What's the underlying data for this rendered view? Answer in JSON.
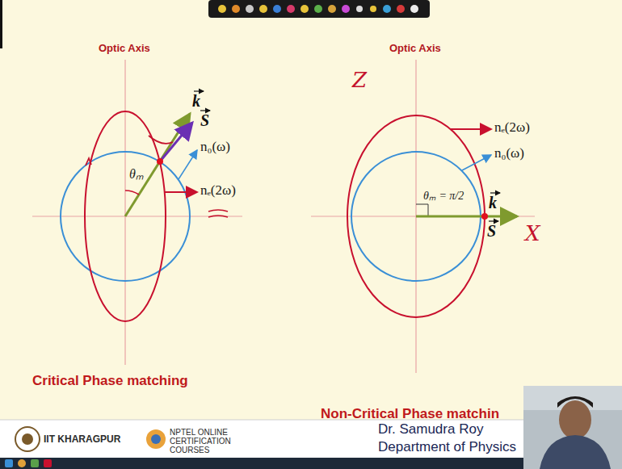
{
  "diagram": {
    "labels": [
      "Optic Axis",
      "k",
      "S",
      "θₘ",
      "n₀(ω)",
      "nₑ(2ω)",
      "Critical Phase matching",
      "Optic Axis",
      "Z",
      "nₑ(2ω)",
      "n₀(ω)",
      "θₘ = π/2",
      "k",
      "S",
      "X",
      "Non-Critical Phase matchin",
      "IIT KHARAGPUR",
      "NPTEL ONLINE CERTIFICATION COURSES",
      "Dr. Samudra Roy",
      "Department of Physics"
    ]
  }
}
